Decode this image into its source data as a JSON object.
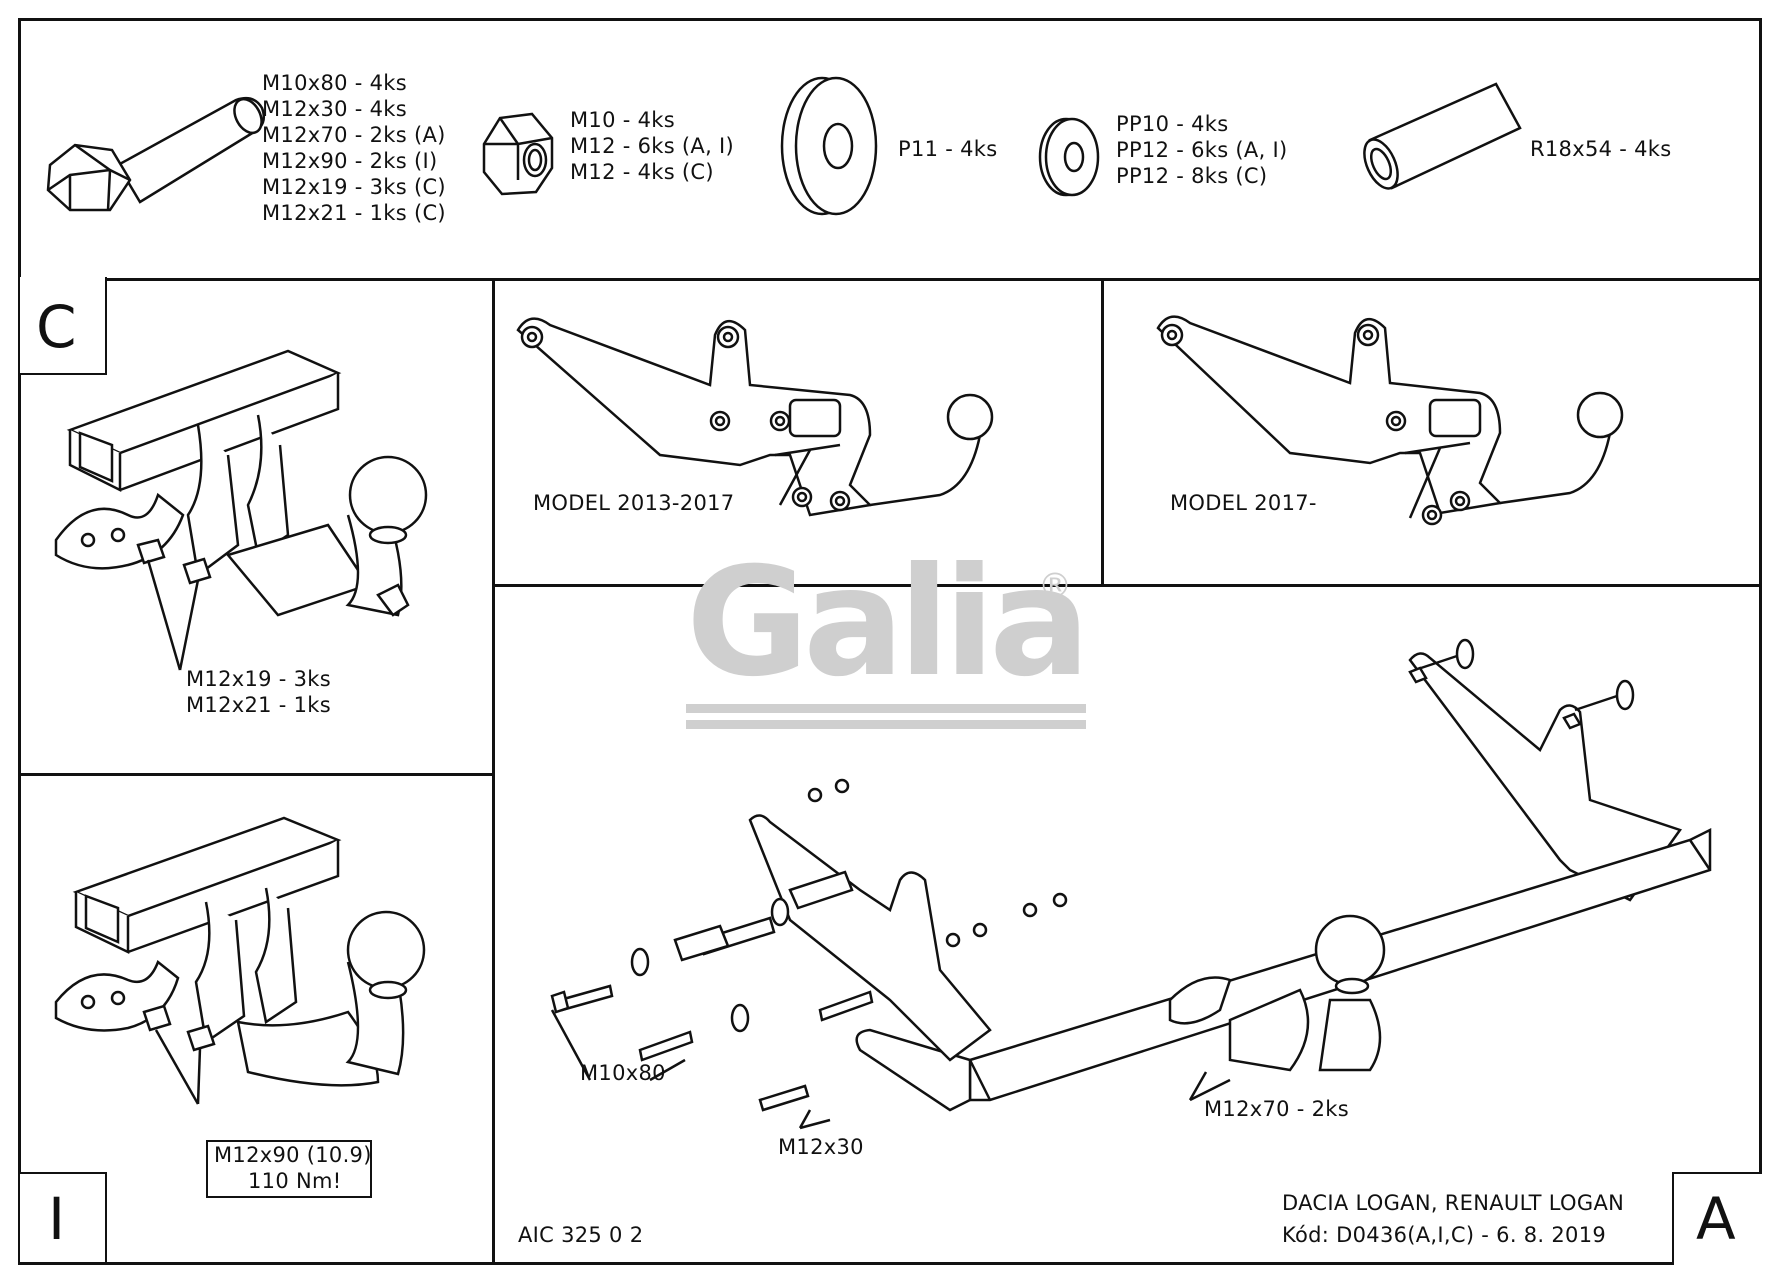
{
  "hardware": {
    "bolts": [
      "M10x80 - 4ks",
      "M12x30 - 4ks",
      "M12x70 - 2ks (A)",
      "M12x90 - 2ks (I)",
      "M12x19 - 3ks (C)",
      "M12x21 - 1ks (C)"
    ],
    "nuts": [
      "M10 - 4ks",
      "M12 - 6ks (A, I)",
      "M12 - 4ks (C)"
    ],
    "washer_large": "P11 - 4ks",
    "washers": [
      "PP10 - 4ks",
      "PP12 - 6ks (A, I)",
      "PP12 - 8ks (C)"
    ],
    "spacer": "R18x54 - 4ks"
  },
  "panel_c": {
    "letter": "C",
    "labels": [
      "M12x19 - 3ks",
      "M12x21 - 1ks"
    ]
  },
  "panel_i": {
    "letter": "I",
    "labels": [
      "M12x90 (10.9)",
      "110 Nm!"
    ]
  },
  "model_a": {
    "label": "MODEL 2013-2017"
  },
  "model_b": {
    "label": "MODEL 2017-"
  },
  "main": {
    "letter": "A",
    "callouts": {
      "m10x80": "M10x80",
      "m12x30": "M12x30",
      "m12x70": "M12x70 - 2ks"
    },
    "drawing_code": "AIC 325 0 2",
    "vehicle": "DACIA LOGAN, RENAULT LOGAN",
    "code_line": "Kód: D0436(A,I,C) - 6. 8. 2019"
  },
  "watermark": {
    "brand": "Galia",
    "mark": "®"
  }
}
